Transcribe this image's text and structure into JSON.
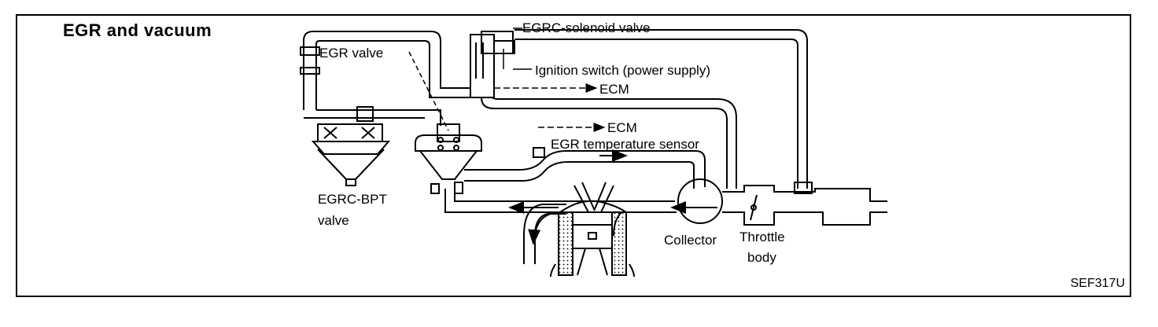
{
  "title": "EGR and vacuum",
  "labels": {
    "egrc_solenoid": "EGRC-solenoid valve",
    "egr_valve": "EGR valve",
    "ignition": "Ignition switch (power supply)",
    "ecm1": "ECM",
    "ecm2": "ECM",
    "egr_temp": "EGR temperature sensor",
    "egrc_bpt_1": "EGRC-BPT",
    "egrc_bpt_2": "valve",
    "collector": "Collector",
    "throttle_1": "Throttle",
    "throttle_2": "body"
  },
  "figure_code": "SEF317U",
  "colors": {
    "ink": "#000000",
    "paper": "#ffffff"
  }
}
